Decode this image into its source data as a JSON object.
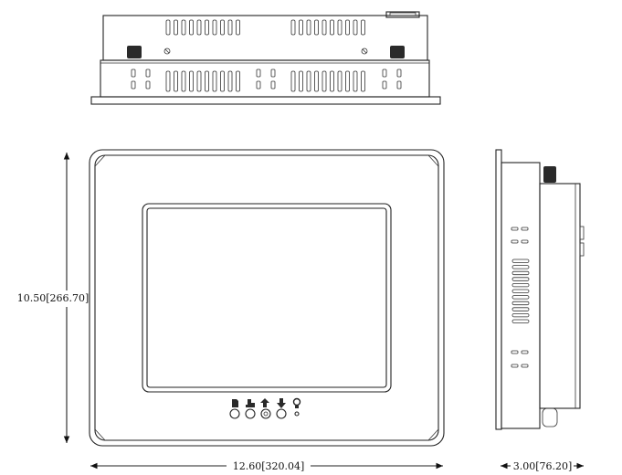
{
  "dimensions": {
    "height": "10.50[266.70]",
    "width": "12.60[320.04]",
    "depth": "3.00[76.20]"
  },
  "front_panel_icons": [
    "memory-card-icon",
    "brightness-down-icon",
    "up-arrow-icon",
    "down-arrow-icon",
    "lightbulb-icon"
  ]
}
